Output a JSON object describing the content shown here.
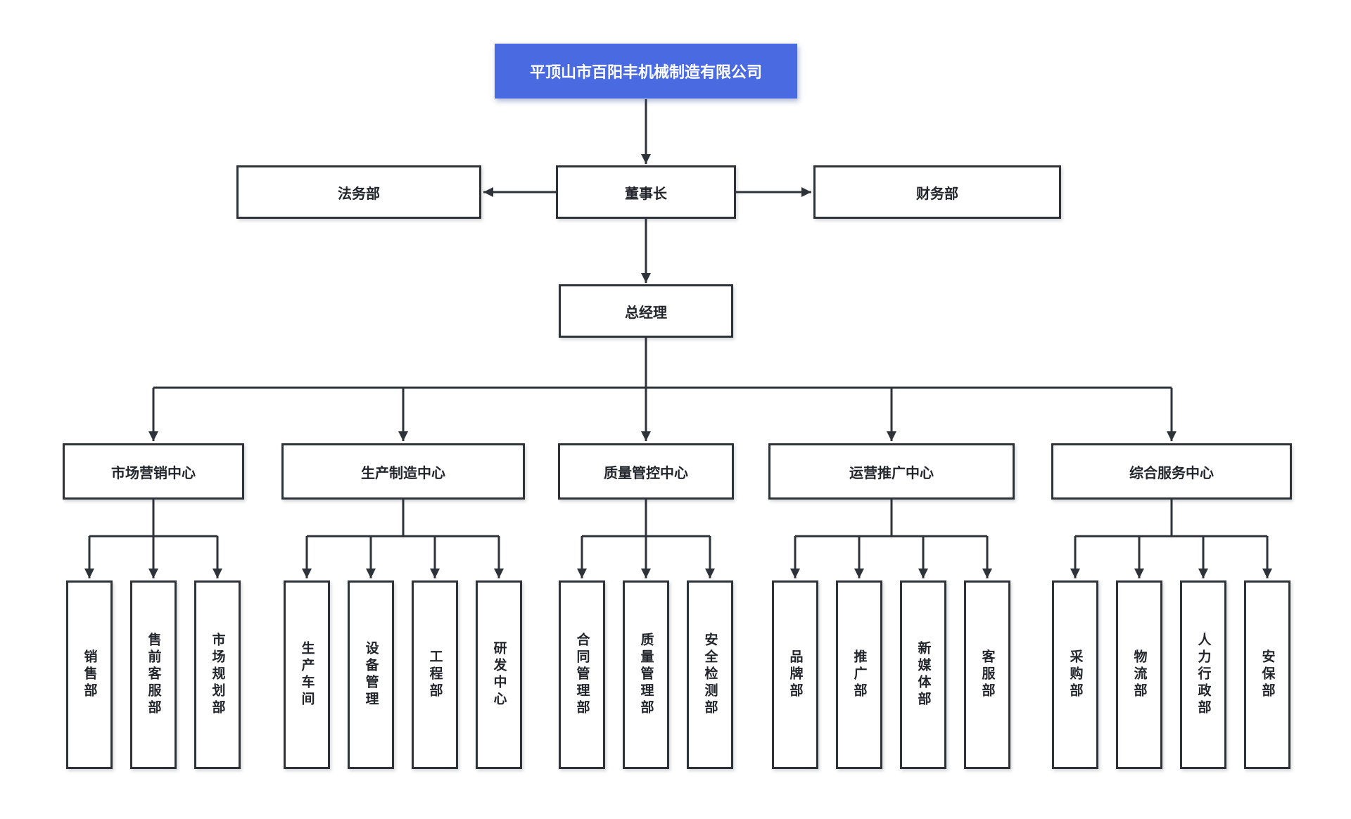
{
  "palette": {
    "accent_blue": "#4a6ae2",
    "line_color": "#2e333a",
    "box_background": "#ffffff",
    "text_color": "#22262c",
    "company_text_color": "#ffffff"
  },
  "org": {
    "company": {
      "label": "平顶山市百阳丰机械制造有限公司"
    },
    "board": {
      "legal": {
        "label": "法务部"
      },
      "chairman": {
        "label": "董事长"
      },
      "finance": {
        "label": "财务部"
      }
    },
    "general_manager": {
      "label": "总经理"
    },
    "centers": [
      {
        "label": "市场营销中心",
        "departments": [
          {
            "label": "销售部"
          },
          {
            "label": "售前客服部"
          },
          {
            "label": "市场规划部"
          }
        ]
      },
      {
        "label": "生产制造中心",
        "departments": [
          {
            "label": "生产车间"
          },
          {
            "label": "设备管理"
          },
          {
            "label": "工程部"
          },
          {
            "label": "研发中心"
          }
        ]
      },
      {
        "label": "质量管控中心",
        "departments": [
          {
            "label": "合同管理部"
          },
          {
            "label": "质量管理部"
          },
          {
            "label": "安全检测部"
          }
        ]
      },
      {
        "label": "运营推广中心",
        "departments": [
          {
            "label": "品牌部"
          },
          {
            "label": "推广部"
          },
          {
            "label": "新媒体部"
          },
          {
            "label": "客服部"
          }
        ]
      },
      {
        "label": "综合服务中心",
        "departments": [
          {
            "label": "采购部"
          },
          {
            "label": "物流部"
          },
          {
            "label": "人力行政部"
          },
          {
            "label": "安保部"
          }
        ]
      }
    ]
  }
}
